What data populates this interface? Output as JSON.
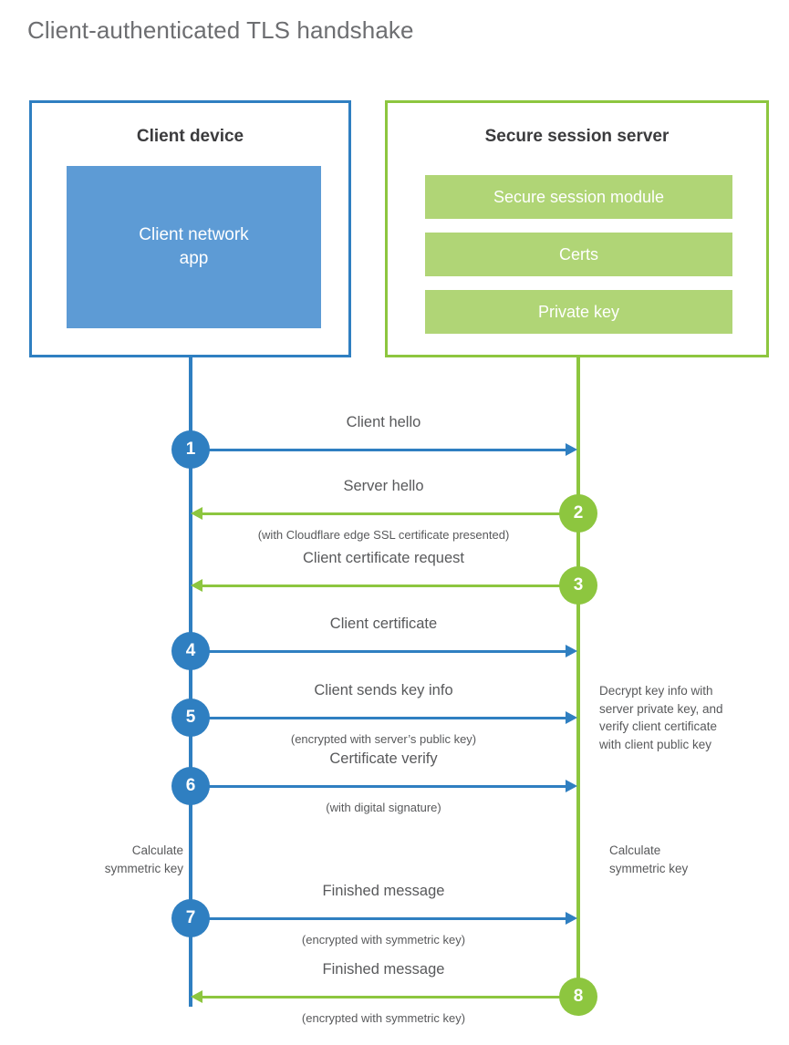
{
  "diagram": {
    "title": "Client-authenticated TLS handshake",
    "colors": {
      "client_blue": "#2f7fc1",
      "client_app_blue": "#5d9bd5",
      "server_green": "#8dc63f",
      "server_bar_green": "#b0d576",
      "text_gray": "#58595b",
      "heading_gray": "#6d6e71"
    }
  },
  "client": {
    "title": "Client device",
    "app_label_line1": "Client network",
    "app_label_line2": "app",
    "calculate_note_line1": "Calculate",
    "calculate_note_line2": "symmetric key"
  },
  "server": {
    "title": "Secure session server",
    "bars": [
      {
        "label": "Secure session module"
      },
      {
        "label": "Certs"
      },
      {
        "label": "Private key"
      }
    ],
    "decrypt_note_line1": "Decrypt key info with",
    "decrypt_note_line2": "server private key, and",
    "decrypt_note_line3": "verify client certificate",
    "decrypt_note_line4": "with client public key",
    "calculate_note_line1": "Calculate",
    "calculate_note_line2": "symmetric key"
  },
  "steps": [
    {
      "number": "1",
      "label": "Client hello",
      "sublabel": "",
      "direction": "client-to-server",
      "color": "#2f7fc1"
    },
    {
      "number": "2",
      "label": "Server hello",
      "sublabel": "(with Cloudflare edge SSL certificate presented)",
      "direction": "server-to-client",
      "color": "#8dc63f"
    },
    {
      "number": "3",
      "label": "Client certificate request",
      "sublabel": "",
      "direction": "server-to-client",
      "color": "#8dc63f"
    },
    {
      "number": "4",
      "label": "Client certificate",
      "sublabel": "",
      "direction": "client-to-server",
      "color": "#2f7fc1"
    },
    {
      "number": "5",
      "label": "Client sends key info",
      "sublabel": "(encrypted with server’s public key)",
      "direction": "client-to-server",
      "color": "#2f7fc1"
    },
    {
      "number": "6",
      "label": "Certificate verify",
      "sublabel": "(with digital signature)",
      "direction": "client-to-server",
      "color": "#2f7fc1"
    },
    {
      "number": "7",
      "label": "Finished message",
      "sublabel": "(encrypted with symmetric key)",
      "direction": "client-to-server",
      "color": "#2f7fc1"
    },
    {
      "number": "8",
      "label": "Finished message",
      "sublabel": "(encrypted with symmetric key)",
      "direction": "server-to-client",
      "color": "#8dc63f"
    }
  ]
}
